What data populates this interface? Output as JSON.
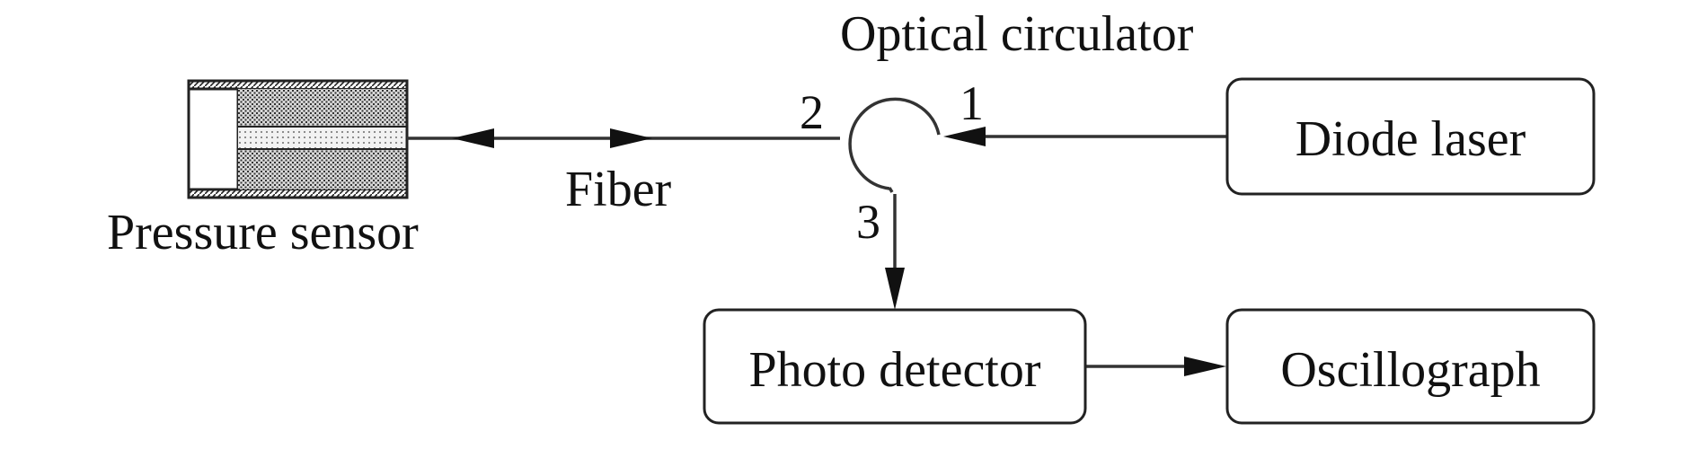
{
  "diagram": {
    "nodes": {
      "optical_circulator": "Optical circulator",
      "diode_laser": "Diode laser",
      "photo_detector": "Photo detector",
      "oscillograph": "Oscillograph",
      "pressure_sensor": "Pressure sensor"
    },
    "edge_labels": {
      "fiber": "Fiber"
    },
    "ports": {
      "port1": "1",
      "port2": "2",
      "port3": "3"
    }
  }
}
